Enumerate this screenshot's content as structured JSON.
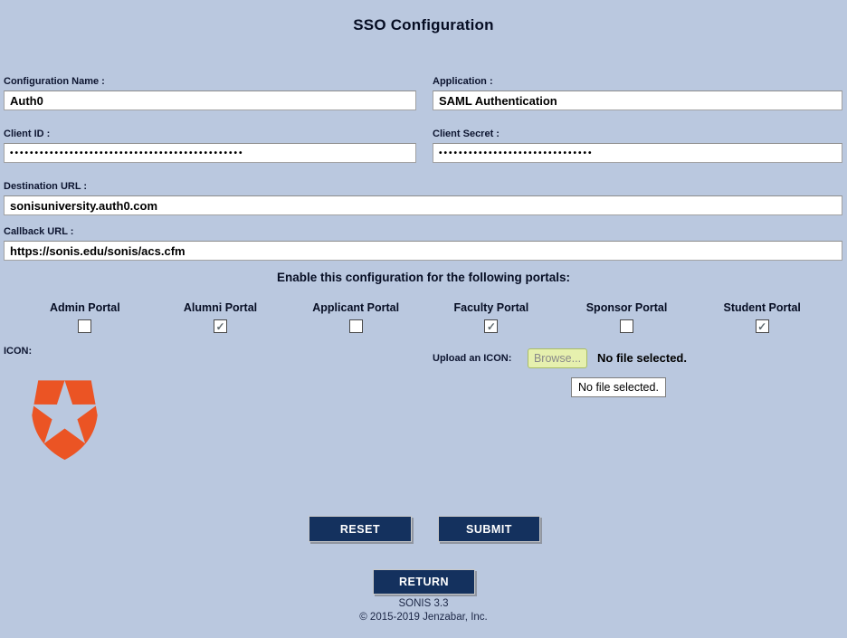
{
  "page": {
    "title": "SSO Configuration",
    "background_color": "#bac8df",
    "accent_navy": "#14315e",
    "auth0_orange": "#EB5424",
    "browse_green": "#e6f0ae"
  },
  "fields": {
    "configuration_name": {
      "label": "Configuration Name :",
      "value": "Auth0"
    },
    "application": {
      "label": "Application :",
      "value": "SAML Authentication"
    },
    "client_id": {
      "label": "Client ID :",
      "value": "•••••••••••••••••••••••••••••••••••••••••••••••"
    },
    "client_secret": {
      "label": "Client Secret :",
      "value": "•••••••••••••••••••••••••••••••"
    },
    "destination_url": {
      "label": "Destination URL :",
      "value": "sonisuniversity.auth0.com"
    },
    "callback_url": {
      "label": "Callback URL :",
      "value": "https://sonis.edu/sonis/acs.cfm"
    }
  },
  "portals": {
    "heading": "Enable this configuration for the following portals:",
    "items": [
      {
        "label": "Admin Portal",
        "checked": false
      },
      {
        "label": "Alumni Portal",
        "checked": true
      },
      {
        "label": "Applicant Portal",
        "checked": false
      },
      {
        "label": "Faculty Portal",
        "checked": true
      },
      {
        "label": "Sponsor Portal",
        "checked": false
      },
      {
        "label": "Student Portal",
        "checked": true
      }
    ]
  },
  "icon_section": {
    "icon_label": "ICON:",
    "upload_label": "Upload an ICON:",
    "browse_button_label": "Browse...",
    "no_file_text": "No file selected.",
    "tooltip_text": "No file selected.",
    "logo": "auth0-shield-logo"
  },
  "buttons": {
    "reset": "RESET",
    "submit": "SUBMIT",
    "return": "RETURN"
  },
  "footer": {
    "version": "SONIS 3.3",
    "copyright": "© 2015-2019 Jenzabar, Inc."
  }
}
